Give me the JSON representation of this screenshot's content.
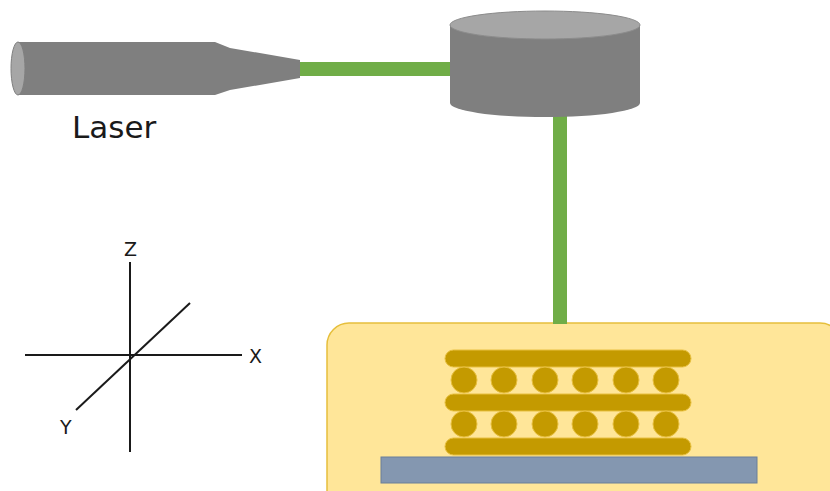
{
  "diagram": {
    "labels": [
      "Laser",
      "Z",
      "X",
      "Y"
    ]
  }
}
